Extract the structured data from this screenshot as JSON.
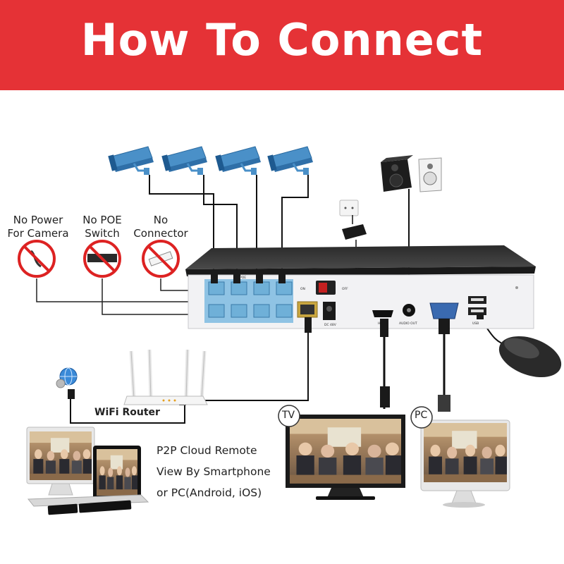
{
  "banner": {
    "title": "How To Connect",
    "color": "#e53236"
  },
  "labels": {
    "no_power": "No Power\nFor Camera",
    "no_poe_switch": "No POE\nSwitch",
    "no_connector": "No\nConnector",
    "wifi_router": "WiFi Router",
    "tv": "TV",
    "pc": "PC"
  },
  "p2p": {
    "line1": "P2P Cloud Remote",
    "line2": "View By Smartphone",
    "line3": "or PC(Android, iOS)"
  },
  "nvr_panel": {
    "on": "ON",
    "off": "OFF",
    "poe": "POE",
    "dc": "DC 48V",
    "hdmi": "HDMI",
    "audio_out": "AUDIO OUT",
    "vga": "VGA",
    "usb": "USB"
  },
  "icons": [
    "security-camera-icon",
    "speaker-icon",
    "power-adapter-icon",
    "wall-socket-icon",
    "no-power-icon",
    "no-poe-switch-icon",
    "no-connector-icon",
    "wifi-router-icon",
    "globe-icon",
    "mouse-icon",
    "tv-monitor-icon",
    "pc-monitor-icon",
    "laptop-icon",
    "tablet-icon",
    "smartphone-icon"
  ],
  "colors": {
    "accent": "#e53236",
    "camera_blue": "#4a90c8",
    "port_blue": "#6fb0d8"
  }
}
